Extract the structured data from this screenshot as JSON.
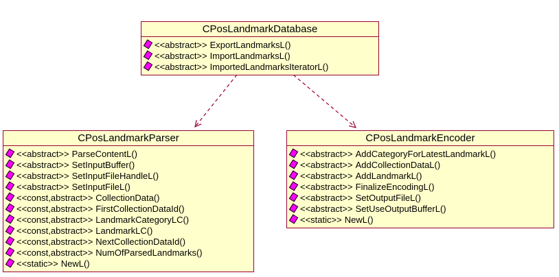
{
  "diagram": {
    "type": "uml-class-diagram",
    "colors": {
      "background": "#FFFFFF",
      "class_fill": "#FFFFCC",
      "class_border": "#990033",
      "arrow": "#990033",
      "operation_icon": "#FF00FF",
      "text": "#000000"
    },
    "classes": [
      {
        "name": "CPosLandmarkDatabase",
        "methods": [
          {
            "stereotype": "<<abstract>>",
            "signature": "ExportLandmarksL()"
          },
          {
            "stereotype": "<<abstract>>",
            "signature": "ImportLandmarksL()"
          },
          {
            "stereotype": "<<abstract>>",
            "signature": "ImportedLandmarksIteratorL()"
          }
        ]
      },
      {
        "name": "CPosLandmarkParser",
        "methods": [
          {
            "stereotype": "<<abstract>>",
            "signature": "ParseContentL()"
          },
          {
            "stereotype": "<<abstract>>",
            "signature": "SetInputBuffer()"
          },
          {
            "stereotype": "<<abstract>>",
            "signature": "SetInputFileHandleL()"
          },
          {
            "stereotype": "<<abstract>>",
            "signature": "SetInputFileL()"
          },
          {
            "stereotype": "<<const,abstract>>",
            "signature": "CollectionData()"
          },
          {
            "stereotype": "<<const,abstract>>",
            "signature": "FirstCollectionDataId()"
          },
          {
            "stereotype": "<<const,abstract>>",
            "signature": "LandmarkCategoryLC()"
          },
          {
            "stereotype": "<<const,abstract>>",
            "signature": "LandmarkLC()"
          },
          {
            "stereotype": "<<const,abstract>>",
            "signature": "NextCollectionDataId()"
          },
          {
            "stereotype": "<<const,abstract>>",
            "signature": "NumOfParsedLandmarks()"
          },
          {
            "stereotype": "<<static>>",
            "signature": "NewL()"
          }
        ]
      },
      {
        "name": "CPosLandmarkEncoder",
        "methods": [
          {
            "stereotype": "<<abstract>>",
            "signature": "AddCategoryForLatestLandmarkL()"
          },
          {
            "stereotype": "<<abstract>>",
            "signature": "AddCollectionDataL()"
          },
          {
            "stereotype": "<<abstract>>",
            "signature": "AddLandmarkL()"
          },
          {
            "stereotype": "<<abstract>>",
            "signature": "FinalizeEncodingL()"
          },
          {
            "stereotype": "<<abstract>>",
            "signature": "SetOutputFileL()"
          },
          {
            "stereotype": "<<abstract>>",
            "signature": "SetUseOutputBufferL()"
          },
          {
            "stereotype": "<<static>>",
            "signature": "NewL()"
          }
        ]
      }
    ],
    "relations": [
      {
        "type": "dependency",
        "style": "dashed-open-arrow",
        "from": "CPosLandmarkDatabase",
        "to": "CPosLandmarkParser"
      },
      {
        "type": "dependency",
        "style": "dashed-open-arrow",
        "from": "CPosLandmarkDatabase",
        "to": "CPosLandmarkEncoder"
      }
    ]
  }
}
